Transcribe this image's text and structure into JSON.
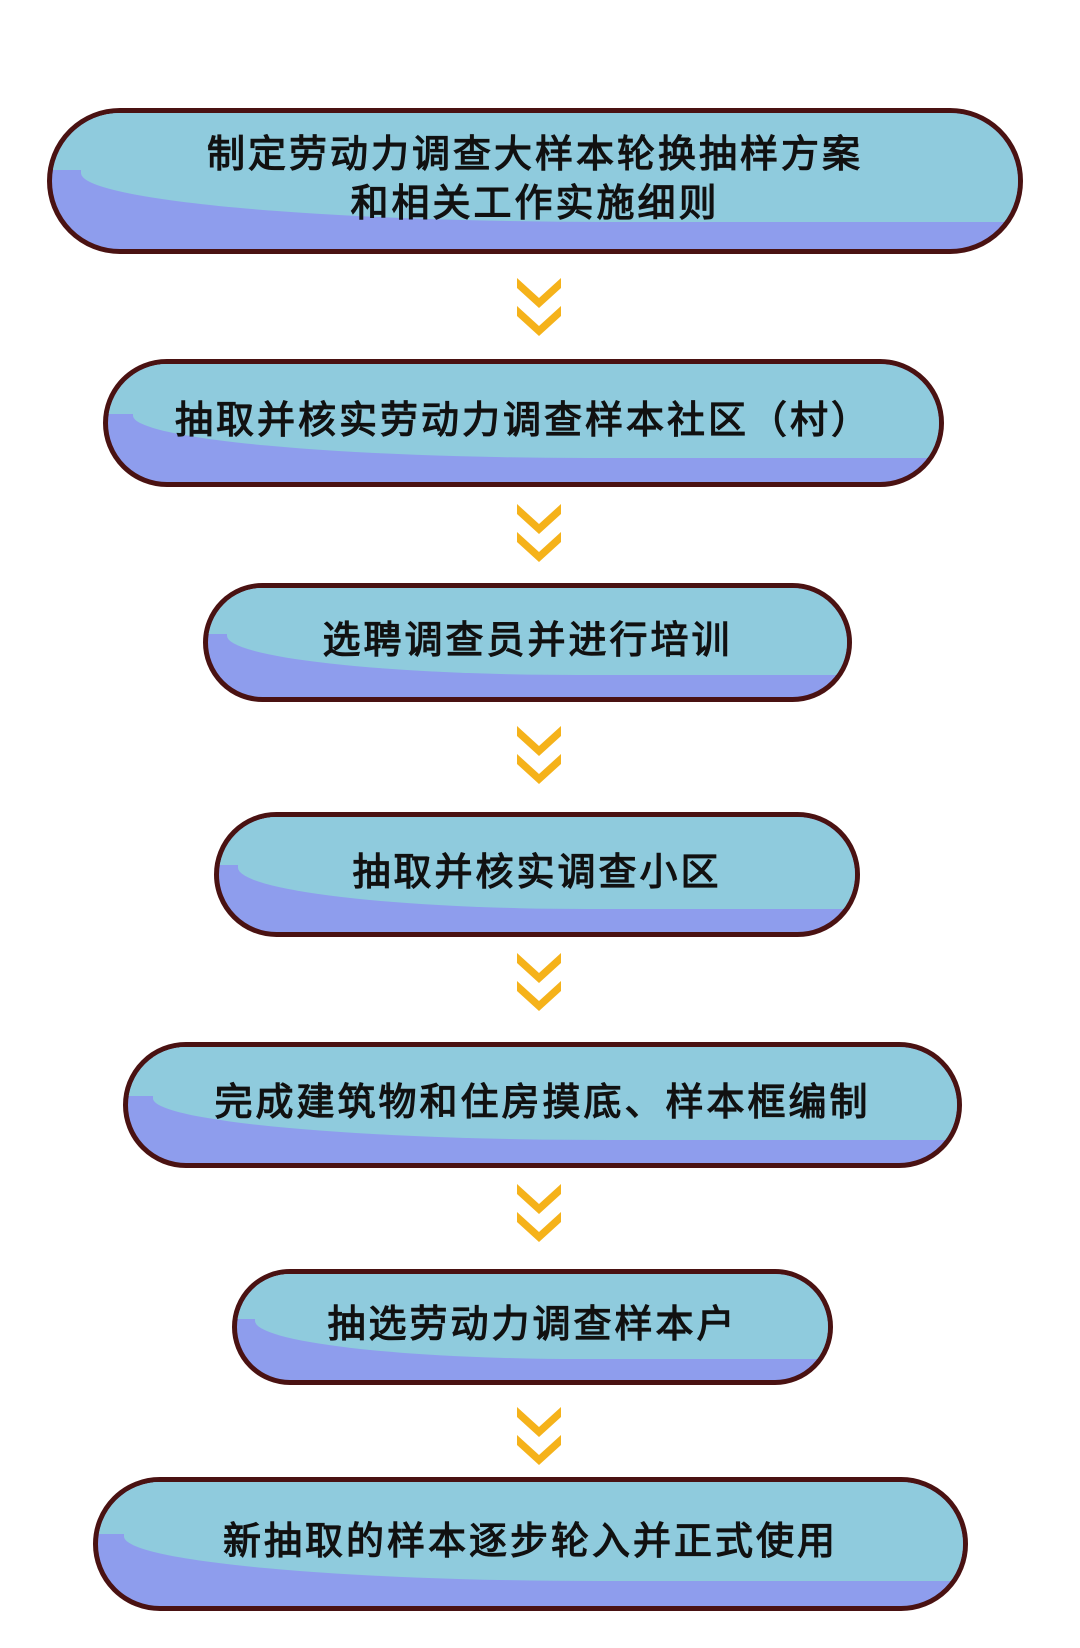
{
  "flowchart": {
    "steps": [
      {
        "line1": "制定劳动力调查大样本轮换抽样方案",
        "line2": "和相关工作实施细则"
      },
      {
        "line1": "抽取并核实劳动力调查样本社区（村）"
      },
      {
        "line1": "选聘调查员并进行培训"
      },
      {
        "line1": "抽取并核实调查小区"
      },
      {
        "line1": "完成建筑物和住房摸底、样本框编制"
      },
      {
        "line1": "抽选劳动力调查样本户"
      },
      {
        "line1": "新抽取的样本逐步轮入并正式使用"
      }
    ],
    "colors": {
      "box_top": "#8fcbdd",
      "box_bottom": "#8e9ded",
      "border": "#4a1212",
      "arrow": "#f5b21a"
    }
  }
}
